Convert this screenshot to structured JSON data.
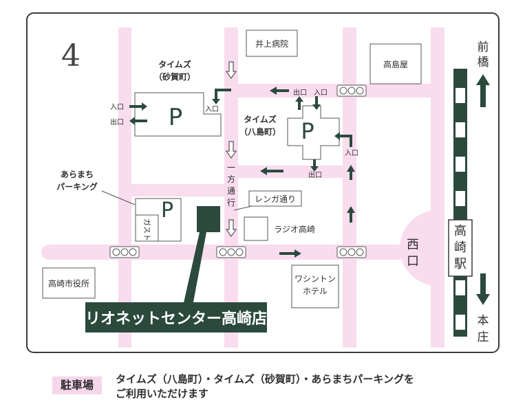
{
  "map": {
    "compass": "4",
    "places": {
      "inoue_hospital": "井上病院",
      "takashimaya": "高島屋",
      "radio_takasaki": "ラジオ高崎",
      "city_hall": "高崎市役所",
      "washington_1": "ワシントン",
      "washington_2": "ホテル",
      "gusto": "ガスト",
      "renga_dori": "レンガ通り"
    },
    "parking": {
      "times_sunaga_1": "タイムズ",
      "times_sunaga_2": "（砂賀町）",
      "times_hachijima_1": "タイムズ",
      "times_hachijima_2": "（八島町）",
      "aramachi_1": "あらまち",
      "aramachi_2": "パーキング",
      "p_symbol": "P",
      "entrance": "入口",
      "exit": "出口"
    },
    "one_way": [
      "一",
      "方",
      "通",
      "行"
    ],
    "station": {
      "name": [
        "高",
        "崎",
        "駅"
      ],
      "west_exit": [
        "西",
        "口"
      ],
      "to_maebashi": [
        "前",
        "橋"
      ],
      "to_honjo": [
        "本",
        "庄"
      ]
    },
    "store_name": "リオネットセンター高崎店"
  },
  "legend": {
    "badge": "駐車場",
    "line1": "タイムズ（八島町）・タイムズ（砂賀町）・あらまちパーキングを",
    "line2": "ご利用いただけます"
  },
  "colors": {
    "road": "#f9dcee",
    "dark": "#2b4a3d",
    "frame": "#3b3b3b"
  }
}
